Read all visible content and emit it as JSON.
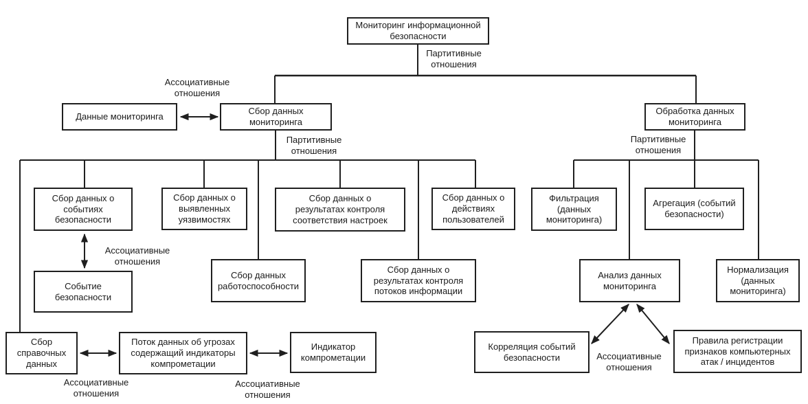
{
  "diagram": {
    "nodes": {
      "root": "Мониторинг информационной\nбезопасности",
      "monitoring_data": "Данные мониторинга",
      "collect": "Сбор данных\nмониторинга",
      "process": "Обработка данных\nмониторинга",
      "events": "Сбор данных о\nсобытиях\nбезопасности",
      "vulns": "Сбор данных о\nвыявленных\nуязвимостях",
      "config": "Сбор данных о\nрезультатах контроля\nсоответствия настроек",
      "user_actions": "Сбор данных о\nдействиях\nпользователей",
      "filter": "Фильтрация\n(данных\nмониторинга)",
      "aggregation": "Агрегация (событий\nбезопасности)",
      "health": "Сбор данных\nработоспособности",
      "flows": "Сбор данных о\nрезультатах контроля\nпотоков информации",
      "analysis": "Анализ данных\nмониторинга",
      "normalization": "Нормализация\n(данных\nмониторинга)",
      "security_event": "Событие\nбезопасности",
      "ref_data": "Сбор\nсправочных\nданных",
      "threat_feed": "Поток данных об угрозах\nсодержащий индикаторы\nкомпрометации",
      "ioc": "Индикатор\nкомпрометации",
      "correlation": "Корреляция событий\nбезопасности",
      "rules": "Правила регистрации\nпризнаков компьютерных\nатак / инцидентов"
    },
    "edge_labels": {
      "partitive": "Партитивные\nотношения",
      "associative": "Ассоциативные\nотношения"
    },
    "colors": {
      "line": "#1f1f1f",
      "text": "#1a1a1a",
      "background": "#ffffff"
    }
  }
}
